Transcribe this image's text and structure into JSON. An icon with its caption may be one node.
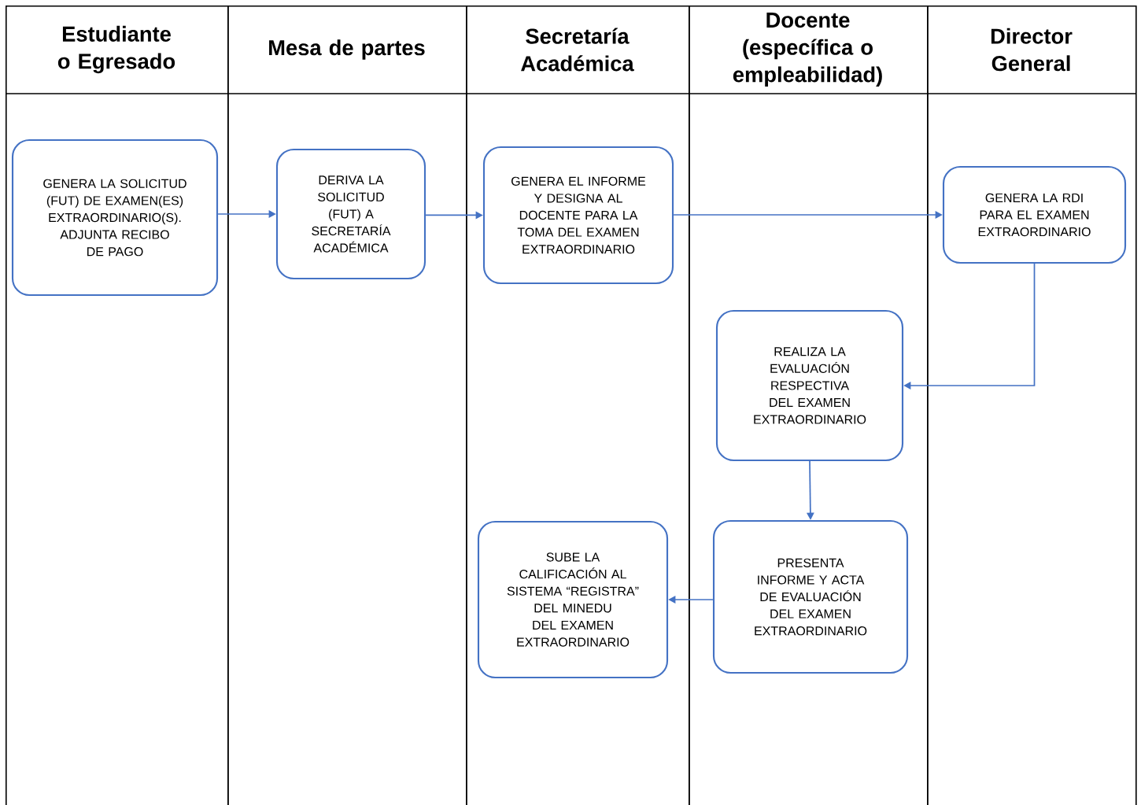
{
  "diagram": {
    "nodes": [
      {
        "text": [
          "Estudiante o Egresado"
        ]
      },
      {
        "text": [
          "Mesa de partes"
        ]
      },
      {
        "text": [
          "Secretaría Académica"
        ]
      },
      {
        "text": [
          "Docente (específica o empleabilidad)"
        ]
      },
      {
        "text": [
          "Director General"
        ]
      },
      {
        "text": [
          "GENERA LA SOLICITUD (FUT) DE EXAMEN(ES) EXTRAORDINARIO(S). ADJUNTA RECIBO DE PAGO"
        ],
        "in": 0
      },
      {
        "text": [
          "DERIVA LA SOLICITUD (FUT) A SECRETARÍA ACADÉMICA"
        ],
        "in": 1
      },
      {
        "text": [
          "GENERA EL INFORME Y DESIGNA AL DOCENTE PARA LA TOMA DEL EXAMEN EXTRAORDINARIO"
        ],
        "in": 2
      },
      {
        "text": [
          "GENERA LA RDI PARA EL EXAMEN EXTRAORDINARIO"
        ],
        "in": 4
      },
      {
        "text": [
          "REALIZA LA EVALUACIÓN RESPECTIVA DEL EXAMEN EXTRAORDINARIO"
        ],
        "in": 3
      },
      {
        "text": [
          "PRESENTA INFORME Y ACTA DE EVALUACIÓN DEL EXAMEN EXTRAORDINARIO"
        ],
        "in": 3
      },
      {
        "text": [
          "SUBE LA CALIFICACIÓN AL SISTEMA “REGISTRA” DEL MINEDU DEL EXAMEN EXTRAORDINARIO"
        ],
        "in": 2
      }
    ],
    "edges": [
      {
        "from": 5,
        "to": 6,
        "arrow": "to"
      },
      {
        "from": 6,
        "to": 7,
        "arrow": "to"
      },
      {
        "from": 7,
        "to": 8,
        "arrow": "to"
      },
      {
        "from": 8,
        "to": 9,
        "arrow": "to"
      },
      {
        "from": 9,
        "to": 10,
        "arrow": "to"
      },
      {
        "from": 10,
        "to": 11,
        "arrow": "to"
      }
    ]
  }
}
